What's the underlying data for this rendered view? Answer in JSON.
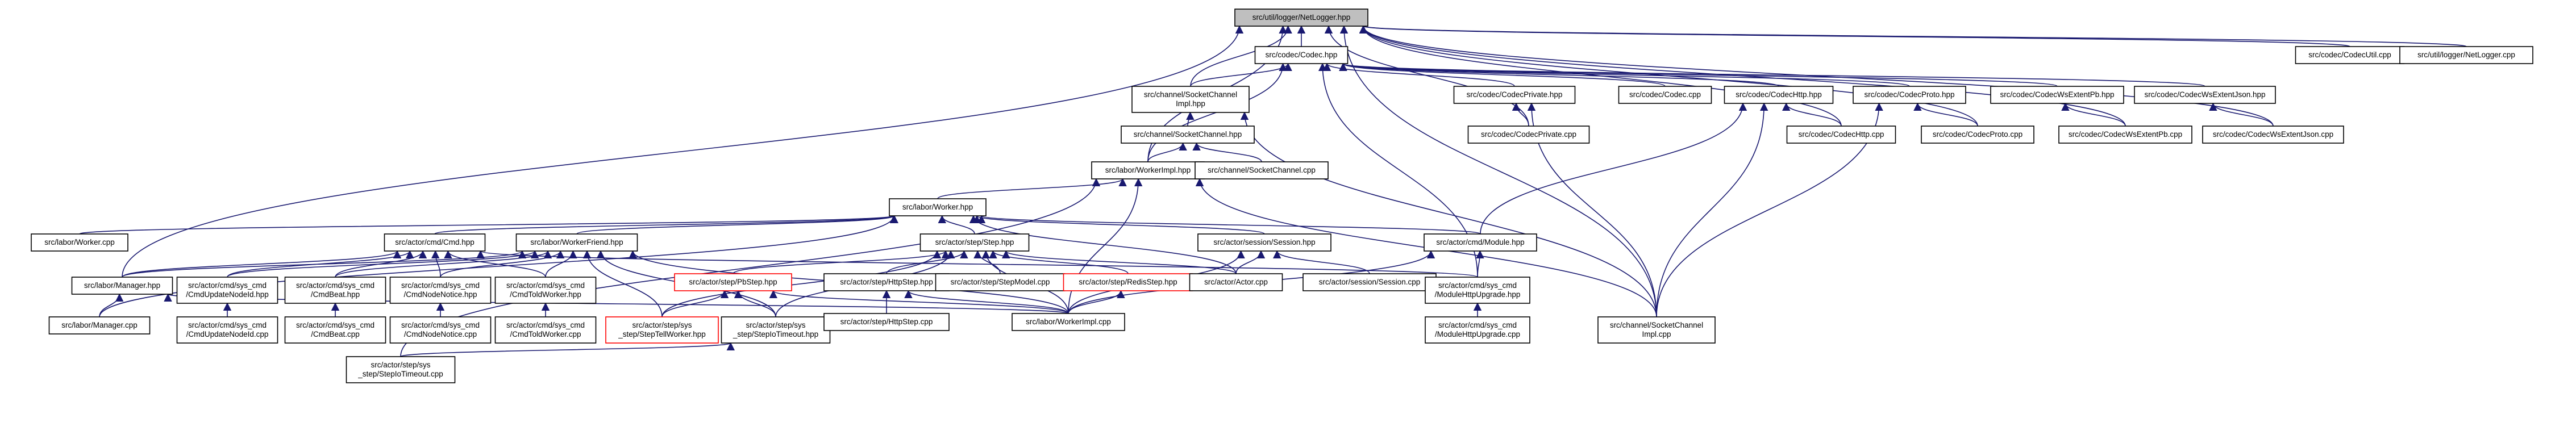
{
  "diagram": {
    "type": "include-dependency-graph",
    "colors": {
      "edge": "#191970",
      "root_fill": "#bfbfbf",
      "highlight_border": "#ff0000",
      "node_border": "#000000"
    },
    "nodes": [
      {
        "id": "root",
        "lines": [
          "src/util/logger/NetLogger.hpp"
        ],
        "style": "root"
      },
      {
        "id": "codec_hpp",
        "lines": [
          "src/codec/Codec.hpp"
        ]
      },
      {
        "id": "codec_util",
        "lines": [
          "src/codec/CodecUtil.cpp"
        ]
      },
      {
        "id": "netlogger_cpp",
        "lines": [
          "src/util/logger/NetLogger.cpp"
        ]
      },
      {
        "id": "sock_impl_hpp",
        "lines": [
          "src/channel/SocketChannel",
          "Impl.hpp"
        ]
      },
      {
        "id": "codec_private_hpp",
        "lines": [
          "src/codec/CodecPrivate.hpp"
        ]
      },
      {
        "id": "codec_cpp",
        "lines": [
          "src/codec/Codec.cpp"
        ]
      },
      {
        "id": "codec_http_hpp",
        "lines": [
          "src/codec/CodecHttp.hpp"
        ]
      },
      {
        "id": "codec_proto_hpp",
        "lines": [
          "src/codec/CodecProto.hpp"
        ]
      },
      {
        "id": "codec_wspb_hpp",
        "lines": [
          "src/codec/CodecWsExtentPb.hpp"
        ]
      },
      {
        "id": "codec_wsjson_hpp",
        "lines": [
          "src/codec/CodecWsExtentJson.hpp"
        ]
      },
      {
        "id": "sock_hpp",
        "lines": [
          "src/channel/SocketChannel.hpp"
        ]
      },
      {
        "id": "codec_private_cpp",
        "lines": [
          "src/codec/CodecPrivate.cpp"
        ]
      },
      {
        "id": "codec_http_cpp",
        "lines": [
          "src/codec/CodecHttp.cpp"
        ]
      },
      {
        "id": "codec_proto_cpp",
        "lines": [
          "src/codec/CodecProto.cpp"
        ]
      },
      {
        "id": "codec_wspb_cpp",
        "lines": [
          "src/codec/CodecWsExtentPb.cpp"
        ]
      },
      {
        "id": "codec_wsjson_cpp",
        "lines": [
          "src/codec/CodecWsExtentJson.cpp"
        ]
      },
      {
        "id": "workerimpl_hpp",
        "lines": [
          "src/labor/WorkerImpl.hpp"
        ]
      },
      {
        "id": "sock_cpp",
        "lines": [
          "src/channel/SocketChannel.cpp"
        ]
      },
      {
        "id": "worker_hpp",
        "lines": [
          "src/labor/Worker.hpp"
        ]
      },
      {
        "id": "worker_cpp",
        "lines": [
          "src/labor/Worker.cpp"
        ]
      },
      {
        "id": "cmd_hpp",
        "lines": [
          "src/actor/cmd/Cmd.hpp"
        ]
      },
      {
        "id": "workerfriend_hpp",
        "lines": [
          "src/labor/WorkerFriend.hpp"
        ]
      },
      {
        "id": "step_hpp",
        "lines": [
          "src/actor/step/Step.hpp"
        ]
      },
      {
        "id": "session_hpp",
        "lines": [
          "src/actor/session/Session.hpp"
        ]
      },
      {
        "id": "module_hpp",
        "lines": [
          "src/actor/cmd/Module.hpp"
        ]
      },
      {
        "id": "manager_hpp",
        "lines": [
          "src/labor/Manager.hpp"
        ]
      },
      {
        "id": "cmdupdatenodeid_hpp",
        "lines": [
          "src/actor/cmd/sys_cmd",
          "/CmdUpdateNodeId.hpp"
        ]
      },
      {
        "id": "cmdbeat_hpp",
        "lines": [
          "src/actor/cmd/sys_cmd",
          "/CmdBeat.hpp"
        ]
      },
      {
        "id": "cmdnodenotice_hpp",
        "lines": [
          "src/actor/cmd/sys_cmd",
          "/CmdNodeNotice.hpp"
        ]
      },
      {
        "id": "cmdtoldworker_hpp",
        "lines": [
          "src/actor/cmd/sys_cmd",
          "/CmdToldWorker.hpp"
        ]
      },
      {
        "id": "pbstep_hpp",
        "lines": [
          "src/actor/step/PbStep.hpp"
        ],
        "style": "red"
      },
      {
        "id": "httpstep_hpp",
        "lines": [
          "src/actor/step/HttpStep.hpp"
        ]
      },
      {
        "id": "stepmodel_cpp",
        "lines": [
          "src/actor/step/StepModel.cpp"
        ]
      },
      {
        "id": "redisstep_hpp",
        "lines": [
          "src/actor/step/RedisStep.hpp"
        ],
        "style": "red"
      },
      {
        "id": "actor_cpp",
        "lines": [
          "src/actor/Actor.cpp"
        ]
      },
      {
        "id": "session_cpp",
        "lines": [
          "src/actor/session/Session.cpp"
        ]
      },
      {
        "id": "modulehttpupgrade_hpp",
        "lines": [
          "src/actor/cmd/sys_cmd",
          "/ModuleHttpUpgrade.hpp"
        ]
      },
      {
        "id": "manager_cpp",
        "lines": [
          "src/labor/Manager.cpp"
        ]
      },
      {
        "id": "cmdupdatenodeid_cpp",
        "lines": [
          "src/actor/cmd/sys_cmd",
          "/CmdUpdateNodeId.cpp"
        ]
      },
      {
        "id": "cmdbeat_cpp",
        "lines": [
          "src/actor/cmd/sys_cmd",
          "/CmdBeat.cpp"
        ]
      },
      {
        "id": "cmdnodenotice_cpp",
        "lines": [
          "src/actor/cmd/sys_cmd",
          "/CmdNodeNotice.cpp"
        ]
      },
      {
        "id": "cmdtoldworker_cpp",
        "lines": [
          "src/actor/cmd/sys_cmd",
          "/CmdToldWorker.cpp"
        ]
      },
      {
        "id": "steptellworker_hpp",
        "lines": [
          "src/actor/step/sys",
          "_step/StepTellWorker.hpp"
        ],
        "style": "red"
      },
      {
        "id": "stepiotimeout_hpp",
        "lines": [
          "src/actor/step/sys",
          "_step/StepIoTimeout.hpp"
        ]
      },
      {
        "id": "httpstep_cpp",
        "lines": [
          "src/actor/step/HttpStep.cpp"
        ]
      },
      {
        "id": "workerimpl_cpp",
        "lines": [
          "src/labor/WorkerImpl.cpp"
        ]
      },
      {
        "id": "sock_impl_cpp",
        "lines": [
          "src/channel/SocketChannel",
          "Impl.cpp"
        ]
      },
      {
        "id": "modulehttpupgrade_cpp",
        "lines": [
          "src/actor/cmd/sys_cmd",
          "/ModuleHttpUpgrade.cpp"
        ]
      },
      {
        "id": "stepiotimeout_cpp",
        "lines": [
          "src/actor/step/sys",
          "_step/StepIoTimeout.cpp"
        ]
      }
    ],
    "edges": [
      [
        "root",
        "codec_hpp"
      ],
      [
        "root",
        "codec_util"
      ],
      [
        "root",
        "netlogger_cpp"
      ],
      [
        "root",
        "sock_impl_hpp"
      ],
      [
        "root",
        "workerimpl_hpp"
      ],
      [
        "root",
        "manager_hpp"
      ],
      [
        "root",
        "codec_private_cpp"
      ],
      [
        "root",
        "codec_http_cpp"
      ],
      [
        "root",
        "codec_proto_cpp"
      ],
      [
        "root",
        "codec_wspb_cpp"
      ],
      [
        "root",
        "codec_wsjson_cpp"
      ],
      [
        "root",
        "sock_impl_cpp"
      ],
      [
        "codec_hpp",
        "sock_impl_hpp"
      ],
      [
        "codec_hpp",
        "codec_private_hpp"
      ],
      [
        "codec_hpp",
        "codec_cpp"
      ],
      [
        "codec_hpp",
        "codec_http_hpp"
      ],
      [
        "codec_hpp",
        "codec_proto_hpp"
      ],
      [
        "codec_hpp",
        "codec_wspb_hpp"
      ],
      [
        "codec_hpp",
        "codec_wsjson_hpp"
      ],
      [
        "codec_hpp",
        "workerimpl_hpp"
      ],
      [
        "codec_hpp",
        "modulehttpupgrade_hpp"
      ],
      [
        "sock_impl_hpp",
        "sock_hpp"
      ],
      [
        "sock_impl_hpp",
        "sock_impl_cpp"
      ],
      [
        "codec_private_hpp",
        "codec_private_cpp"
      ],
      [
        "codec_private_hpp",
        "sock_impl_cpp"
      ],
      [
        "codec_http_hpp",
        "codec_http_cpp"
      ],
      [
        "codec_http_hpp",
        "module_hpp"
      ],
      [
        "codec_http_hpp",
        "sock_impl_cpp"
      ],
      [
        "codec_proto_hpp",
        "codec_proto_cpp"
      ],
      [
        "codec_proto_hpp",
        "sock_impl_cpp"
      ],
      [
        "codec_wspb_hpp",
        "codec_wspb_cpp"
      ],
      [
        "codec_wsjson_hpp",
        "codec_wsjson_cpp"
      ],
      [
        "sock_hpp",
        "workerimpl_hpp"
      ],
      [
        "sock_hpp",
        "sock_cpp"
      ],
      [
        "workerimpl_hpp",
        "worker_hpp"
      ],
      [
        "workerimpl_hpp",
        "workerimpl_cpp"
      ],
      [
        "workerimpl_hpp",
        "sock_impl_cpp"
      ],
      [
        "workerimpl_hpp",
        "stepiotimeout_cpp"
      ],
      [
        "worker_hpp",
        "worker_cpp"
      ],
      [
        "worker_hpp",
        "cmd_hpp"
      ],
      [
        "worker_hpp",
        "workerfriend_hpp"
      ],
      [
        "worker_hpp",
        "step_hpp"
      ],
      [
        "worker_hpp",
        "session_hpp"
      ],
      [
        "worker_hpp",
        "module_hpp"
      ],
      [
        "worker_hpp",
        "manager_cpp"
      ],
      [
        "worker_hpp",
        "actor_cpp"
      ],
      [
        "cmd_hpp",
        "manager_hpp"
      ],
      [
        "cmd_hpp",
        "cmdupdatenodeid_hpp"
      ],
      [
        "cmd_hpp",
        "cmdbeat_hpp"
      ],
      [
        "cmd_hpp",
        "cmdnodenotice_hpp"
      ],
      [
        "cmd_hpp",
        "cmdtoldworker_hpp"
      ],
      [
        "cmd_hpp",
        "modulehttpupgrade_hpp"
      ],
      [
        "workerfriend_hpp",
        "manager_hpp"
      ],
      [
        "workerfriend_hpp",
        "cmdupdatenodeid_hpp"
      ],
      [
        "workerfriend_hpp",
        "cmdbeat_hpp"
      ],
      [
        "workerfriend_hpp",
        "cmdnodenotice_hpp"
      ],
      [
        "workerfriend_hpp",
        "cmdtoldworker_hpp"
      ],
      [
        "workerfriend_hpp",
        "steptellworker_hpp"
      ],
      [
        "workerfriend_hpp",
        "stepiotimeout_hpp"
      ],
      [
        "workerfriend_hpp",
        "workerimpl_cpp"
      ],
      [
        "step_hpp",
        "pbstep_hpp"
      ],
      [
        "step_hpp",
        "httpstep_hpp"
      ],
      [
        "step_hpp",
        "stepmodel_cpp"
      ],
      [
        "step_hpp",
        "redisstep_hpp"
      ],
      [
        "step_hpp",
        "actor_cpp"
      ],
      [
        "step_hpp",
        "workerimpl_cpp"
      ],
      [
        "step_hpp",
        "steptellworker_hpp"
      ],
      [
        "step_hpp",
        "stepiotimeout_hpp"
      ],
      [
        "session_hpp",
        "actor_cpp"
      ],
      [
        "session_hpp",
        "session_cpp"
      ],
      [
        "session_hpp",
        "workerimpl_cpp"
      ],
      [
        "module_hpp",
        "modulehttpupgrade_hpp"
      ],
      [
        "module_hpp",
        "workerimpl_cpp"
      ],
      [
        "manager_hpp",
        "manager_cpp"
      ],
      [
        "manager_hpp",
        "workerimpl_cpp"
      ],
      [
        "cmdupdatenodeid_hpp",
        "cmdupdatenodeid_cpp"
      ],
      [
        "cmdbeat_hpp",
        "cmdbeat_cpp"
      ],
      [
        "cmdnodenotice_hpp",
        "cmdnodenotice_cpp"
      ],
      [
        "cmdtoldworker_hpp",
        "cmdtoldworker_cpp"
      ],
      [
        "pbstep_hpp",
        "steptellworker_hpp"
      ],
      [
        "pbstep_hpp",
        "stepiotimeout_hpp"
      ],
      [
        "pbstep_hpp",
        "workerimpl_cpp"
      ],
      [
        "httpstep_hpp",
        "httpstep_cpp"
      ],
      [
        "httpstep_hpp",
        "workerimpl_cpp"
      ],
      [
        "redisstep_hpp",
        "workerimpl_cpp"
      ],
      [
        "stepiotimeout_hpp",
        "stepiotimeout_cpp"
      ],
      [
        "modulehttpupgrade_hpp",
        "modulehttpupgrade_cpp"
      ]
    ]
  }
}
